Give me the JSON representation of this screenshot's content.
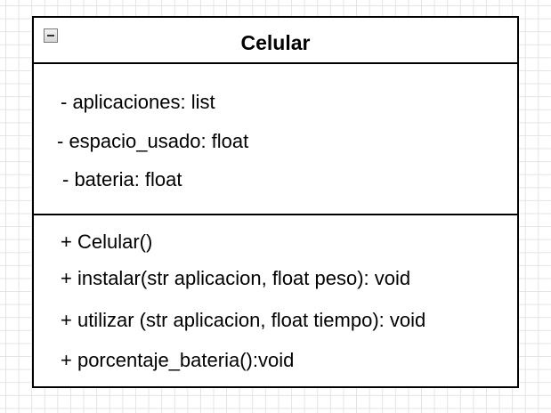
{
  "class": {
    "name": "Celular",
    "attributes": [
      "- aplicaciones: list",
      "- espacio_usado: float",
      "- bateria: float"
    ],
    "methods": [
      "+ Celular()",
      "+ instalar(str aplicacion, float peso): void",
      "+ utilizar (str aplicacion, float tiempo): void",
      "+ porcentaje_bateria():void"
    ]
  },
  "icons": {
    "collapse": "collapse-minus-icon"
  },
  "colors": {
    "border": "#000000",
    "background": "#ffffff",
    "grid": "#e4e4e4"
  }
}
